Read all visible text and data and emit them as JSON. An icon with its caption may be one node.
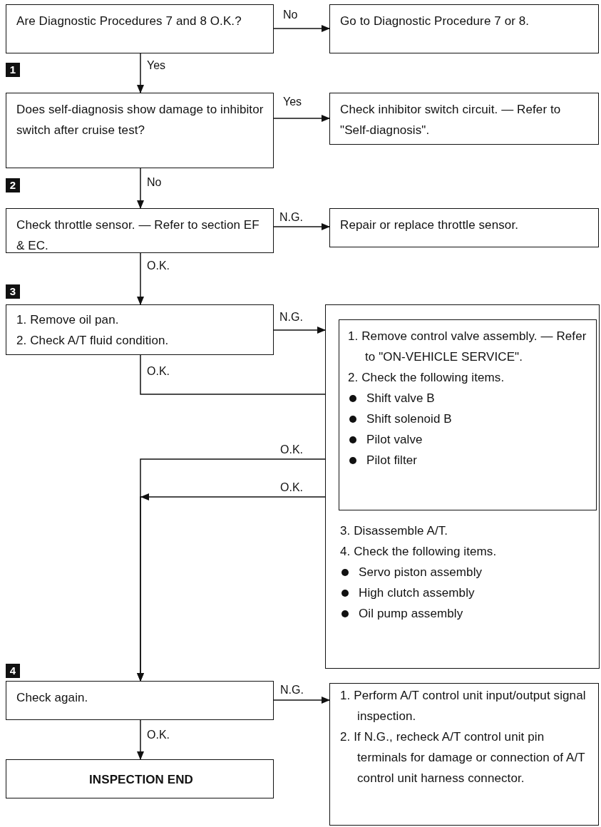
{
  "diagram": {
    "nodes": [
      {
        "text": [
          "Are Diagnostic Procedures 7 and 8 O.K.?"
        ]
      },
      {
        "text": [
          "Go to Diagnostic Procedure 7 or 8."
        ]
      },
      {
        "text": [
          "Does self-diagnosis show damage to inhibitor switch after cruise test?"
        ]
      },
      {
        "text": [
          "Check inhibitor switch circuit. — Refer to \"Self-diagnosis\"."
        ]
      },
      {
        "text": [
          "Check throttle sensor. — Refer to section EF & EC."
        ]
      },
      {
        "text": [
          "Repair or replace throttle sensor."
        ]
      },
      {
        "text": [
          "1. Remove oil pan.",
          "2. Check A/T fluid condition."
        ]
      },
      {
        "text": [
          "3. Disassemble A/T.",
          "4. Check the following items.",
          "Servo piston assembly",
          "High clutch assembly",
          "Oil pump assembly"
        ]
      },
      {
        "text": [
          "1. Remove control valve assembly. — Refer to \"ON-VEHICLE SERVICE\".",
          "2. Check the following items.",
          "Shift valve B",
          "Shift solenoid B",
          "Pilot valve",
          "Pilot filter"
        ],
        "in": 7
      },
      {
        "text": [
          "Check again."
        ]
      },
      {
        "text": [
          "INSPECTION END"
        ]
      },
      {
        "text": [
          "1. Perform A/T control unit input/output signal inspection.",
          "2. If N.G., recheck A/T control unit pin terminals for damage or connection of A/T control unit harness connector."
        ]
      }
    ],
    "edges": [
      {
        "from": 0,
        "to": 1,
        "arrow": "to",
        "label": "No"
      },
      {
        "from": 0,
        "to": 2,
        "arrow": "to",
        "label": "Yes"
      },
      {
        "from": 2,
        "to": 3,
        "arrow": "to",
        "label": "Yes"
      },
      {
        "from": 2,
        "to": 4,
        "arrow": "to",
        "label": "No"
      },
      {
        "from": 4,
        "to": 5,
        "arrow": "to",
        "label": "N.G."
      },
      {
        "from": 4,
        "to": 6,
        "arrow": "to",
        "label": "O.K."
      },
      {
        "from": 6,
        "to": 7,
        "arrow": "to",
        "label": "N.G."
      },
      {
        "from": 6,
        "to": 8,
        "arrow": "to",
        "label": "O.K."
      },
      {
        "from": 8,
        "to": 9,
        "arrow": "to",
        "label": "O.K."
      },
      {
        "from": 7,
        "to": 9,
        "arrow": "to",
        "label": "O.K."
      },
      {
        "from": 9,
        "to": 10,
        "arrow": "to",
        "label": "O.K."
      },
      {
        "from": 9,
        "to": 11,
        "arrow": "to",
        "label": "N.G."
      }
    ],
    "labels": [
      "1",
      "2",
      "3",
      "4"
    ]
  }
}
